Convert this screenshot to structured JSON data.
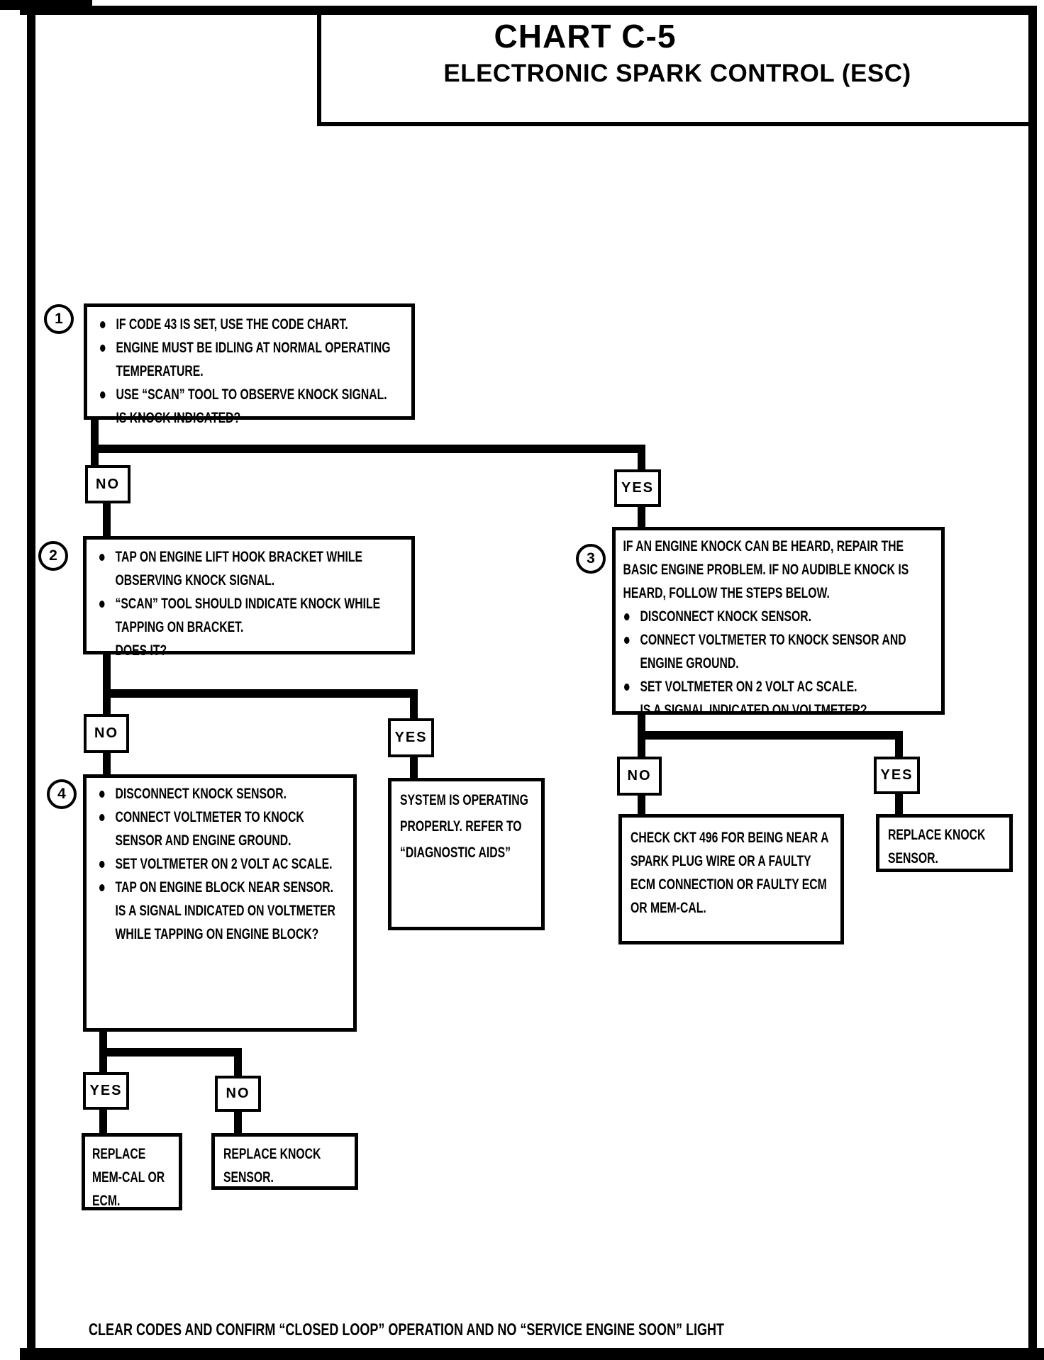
{
  "colors": {
    "ink": "#000000",
    "paper": "#ffffff"
  },
  "title": {
    "chart": "CHART C-5",
    "subtitle": "ELECTRONIC SPARK CONTROL (ESC)"
  },
  "labels": {
    "yes": "YES",
    "no": "NO"
  },
  "steps": {
    "step1": {
      "number": "1",
      "bullets": [
        "IF CODE 43 IS SET, USE THE CODE CHART.",
        "ENGINE MUST BE IDLING AT NORMAL OPERATING TEMPERATURE.",
        "USE “SCAN” TOOL TO OBSERVE KNOCK SIGNAL."
      ],
      "question": "IS KNOCK INDICATED?"
    },
    "step2": {
      "number": "2",
      "bullets": [
        "TAP ON ENGINE LIFT HOOK BRACKET WHILE OBSERVING KNOCK SIGNAL.",
        "“SCAN” TOOL SHOULD INDICATE KNOCK WHILE TAPPING ON BRACKET."
      ],
      "question": "DOES IT?"
    },
    "step3": {
      "number": "3",
      "intro": "IF AN ENGINE KNOCK CAN BE HEARD, REPAIR THE BASIC ENGINE PROBLEM.  IF NO AUDIBLE KNOCK IS HEARD, FOLLOW THE STEPS BELOW.",
      "bullets": [
        "DISCONNECT KNOCK SENSOR.",
        "CONNECT VOLTMETER TO KNOCK SENSOR AND ENGINE GROUND.",
        "SET VOLTMETER ON 2 VOLT AC SCALE."
      ],
      "question": "IS A SIGNAL INDICATED ON VOLTMETER?"
    },
    "step4": {
      "number": "4",
      "bullets": [
        "DISCONNECT KNOCK SENSOR.",
        "CONNECT VOLTMETER TO KNOCK SENSOR AND ENGINE GROUND.",
        "SET VOLTMETER ON 2 VOLT AC SCALE.",
        "TAP ON ENGINE BLOCK NEAR SENSOR."
      ],
      "question": "IS A SIGNAL INDICATED ON VOLTMETER WHILE TAPPING ON ENGINE BLOCK?"
    }
  },
  "terminals": {
    "system_ok": "SYSTEM IS OPERATING PROPERLY.  REFER TO “DIAGNOSTIC AIDS”",
    "check_ckt": "CHECK CKT 496 FOR BEING NEAR A SPARK PLUG WIRE OR A FAULTY ECM CONNECTION OR FAULTY ECM OR MEM-CAL.",
    "replace_knock_sensor_right": "REPLACE KNOCK SENSOR.",
    "replace_memcal_or_ecm": "REPLACE MEM-CAL OR ECM.",
    "replace_knock_sensor_bottom": "REPLACE KNOCK SENSOR."
  },
  "footer": "CLEAR CODES AND CONFIRM “CLOSED LOOP” OPERATION AND NO  “SERVICE ENGINE SOON” LIGHT"
}
